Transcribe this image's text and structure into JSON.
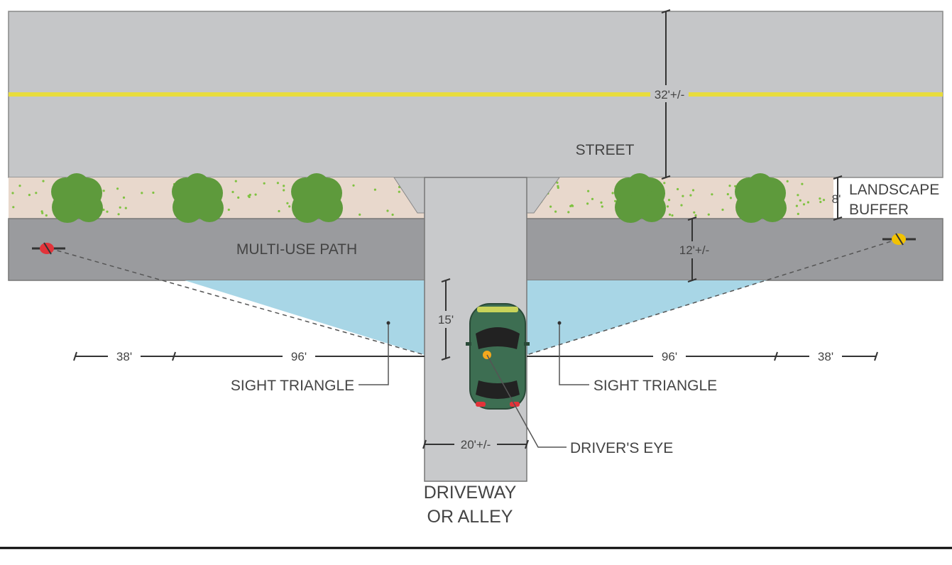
{
  "labels": {
    "street": "STREET",
    "landscape_buffer_line1": "LANDSCAPE",
    "landscape_buffer_line2": "BUFFER",
    "multi_use_path": "MULTI-USE PATH",
    "sight_triangle_left": "SIGHT TRIANGLE",
    "sight_triangle_right": "SIGHT TRIANGLE",
    "drivers_eye": "DRIVER'S EYE",
    "driveway_line1": "DRIVEWAY",
    "driveway_line2": "OR ALLEY"
  },
  "dimensions": {
    "street_width": "32'+/-",
    "buffer_width": "8'",
    "path_width": "12'+/-",
    "setback": "15'",
    "driveway_width": "20'+/-",
    "left_outer": "38'",
    "left_inner": "96'",
    "right_inner": "96'",
    "right_outer": "38'"
  },
  "colors": {
    "street": "#c5c6c8",
    "centerline": "#e8dc3c",
    "buffer": "#e8d8cc",
    "buffer_dots": "#7fc241",
    "trees": "#5e9a3c",
    "path": "#9a9b9e",
    "driveway": "#c8c9cb",
    "sight_triangle": "#a8d6e6",
    "car_body": "#3d6e52",
    "car_glass": "#222222",
    "drivers_eye": "#f4a81d",
    "cyclist_left": "#e2333a",
    "cyclist_right": "#f2c200"
  }
}
